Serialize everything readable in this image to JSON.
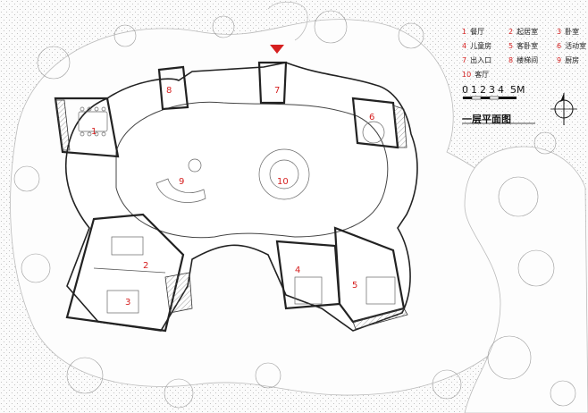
{
  "diagram": {
    "title": "一层平面图",
    "legend": [
      {
        "num": "1",
        "label": "餐厅"
      },
      {
        "num": "2",
        "label": "起居室"
      },
      {
        "num": "3",
        "label": "卧室"
      },
      {
        "num": "4",
        "label": "儿童房"
      },
      {
        "num": "5",
        "label": "客卧室"
      },
      {
        "num": "6",
        "label": "活动室"
      },
      {
        "num": "7",
        "label": "出入口"
      },
      {
        "num": "8",
        "label": "楼梯间"
      },
      {
        "num": "9",
        "label": "厨房"
      },
      {
        "num": "10",
        "label": "客厅"
      }
    ],
    "scale_bar": {
      "ticks": [
        "0",
        "1",
        "2",
        "3",
        "4",
        "5M"
      ]
    },
    "north_arrow": "north-arrow-icon",
    "entrance_marker": "entrance-arrow-icon",
    "room_numbers": [
      "1",
      "2",
      "3",
      "4",
      "5",
      "6",
      "7",
      "8",
      "9",
      "10"
    ],
    "colors": {
      "room_number": "#d62020",
      "wall": "#222222",
      "landscape": "#9a9a9a"
    }
  }
}
